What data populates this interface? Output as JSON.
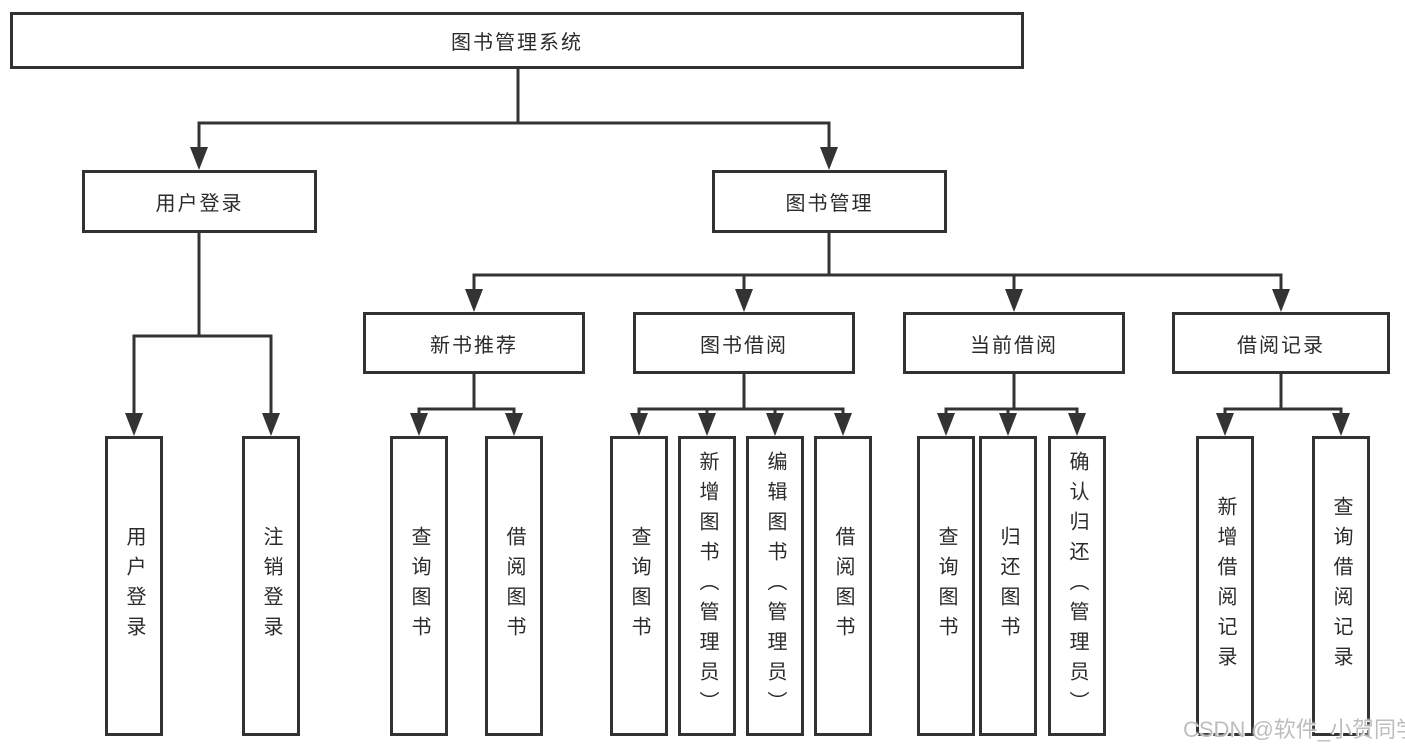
{
  "tree": {
    "label": "图书管理系统",
    "children": [
      {
        "label": "用户登录",
        "children": [
          {
            "label": "用户登录"
          },
          {
            "label": "注销登录"
          }
        ]
      },
      {
        "label": "图书管理",
        "children": [
          {
            "label": "新书推荐",
            "children": [
              {
                "label": "查询图书"
              },
              {
                "label": "借阅图书"
              }
            ]
          },
          {
            "label": "图书借阅",
            "children": [
              {
                "label": "查询图书"
              },
              {
                "label": "新增图书（管理员）"
              },
              {
                "label": "编辑图书（管理员）"
              },
              {
                "label": "借阅图书"
              }
            ]
          },
          {
            "label": "当前借阅",
            "children": [
              {
                "label": "查询图书"
              },
              {
                "label": "归还图书"
              },
              {
                "label": "确认归还（管理员）"
              }
            ]
          },
          {
            "label": "借阅记录",
            "children": [
              {
                "label": "新增借阅记录"
              },
              {
                "label": "查询借阅记录"
              }
            ]
          }
        ]
      }
    ]
  },
  "colors": {
    "line": "#333333",
    "border": "#323232",
    "text": "#2b2b2b",
    "watermark": "#bbbbbb"
  },
  "watermark": {
    "text": "CSDN @软件_小贺同学"
  }
}
